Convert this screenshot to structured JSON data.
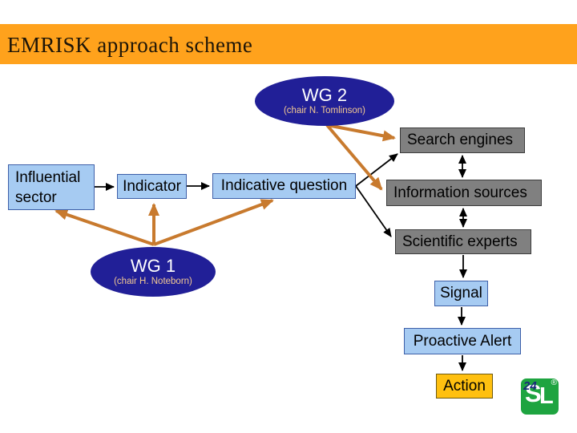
{
  "slide": {
    "title": "EMRISK approach scheme"
  },
  "nodes": {
    "wg2": {
      "label": "WG 2",
      "sub": "(chair N. Tomlinson)"
    },
    "wg1": {
      "label": "WG 1",
      "sub": "(chair H. Noteborn)"
    },
    "influential_sector": {
      "label": "Influential sector"
    },
    "indicator": {
      "label": "Indicator"
    },
    "indicative_question": {
      "label": "Indicative question"
    },
    "search_engines": {
      "label": "Search engines"
    },
    "information_sources": {
      "label": "Information sources"
    },
    "scientific_experts": {
      "label": "Scientific experts"
    },
    "signal": {
      "label": "Signal"
    },
    "proactive_alert": {
      "label": "Proactive Alert"
    },
    "action": {
      "label": "Action"
    }
  },
  "logo": {
    "number": "24",
    "letter_s": "S",
    "letter_l": "L",
    "registered": "®"
  },
  "colors": {
    "title_bar": "#FFA21C",
    "ellipse_fill": "#211F97",
    "ellipse_sub_text": "#F2C892",
    "blue_box_fill": "#A6CBF2",
    "blue_box_border": "#3D5FA8",
    "gray_box_fill": "#808080",
    "action_fill": "#FFC010",
    "arrow_orange": "#C87A2E",
    "arrow_black": "#000000",
    "logo_green": "#1EA440"
  }
}
